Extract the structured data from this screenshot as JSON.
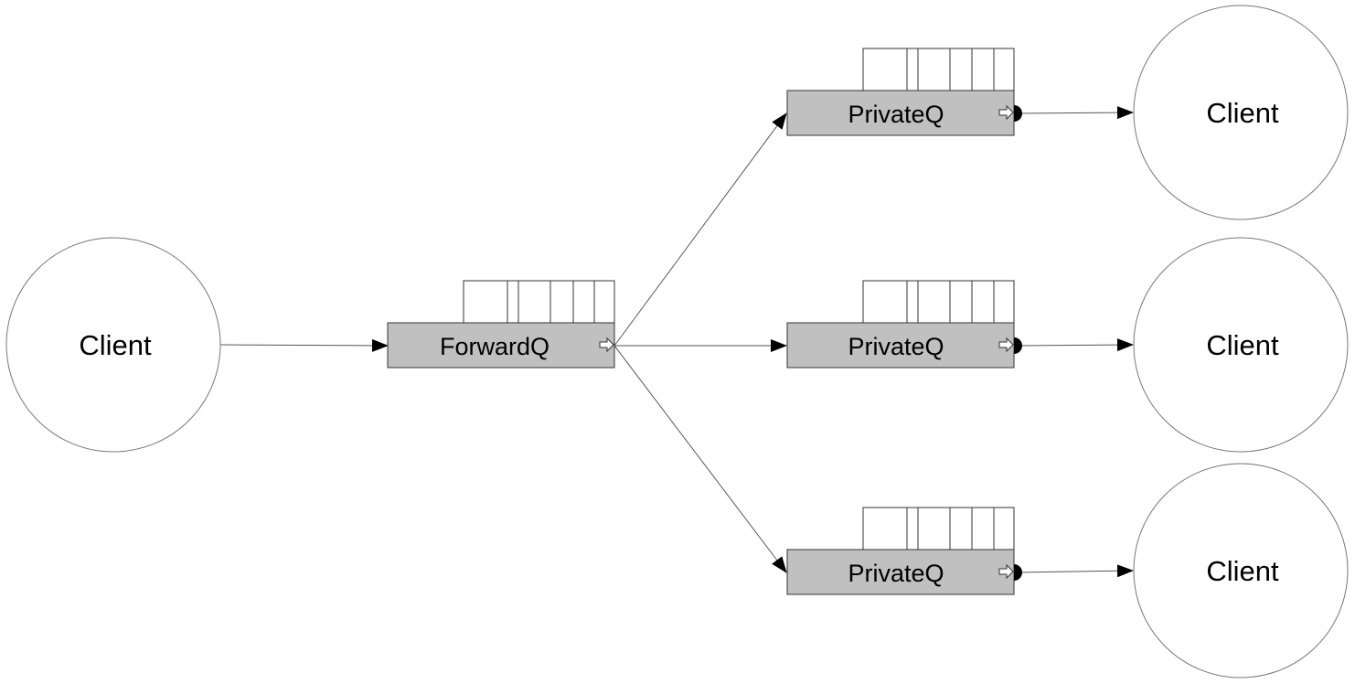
{
  "diagram": {
    "nodes": {
      "source_client": "Client",
      "forward_queue": "ForwardQ",
      "private_queue_1": "PrivateQ",
      "private_queue_2": "PrivateQ",
      "private_queue_3": "PrivateQ",
      "target_client_1": "Client",
      "target_client_2": "Client",
      "target_client_3": "Client"
    },
    "colors": {
      "queue_fill": "#c0c0c0",
      "outline": "#000000",
      "client_outline": "#777777",
      "background": "#ffffff"
    },
    "edges": [
      {
        "from": "source_client",
        "to": "forward_queue"
      },
      {
        "from": "forward_queue",
        "to": "private_queue_1"
      },
      {
        "from": "forward_queue",
        "to": "private_queue_2"
      },
      {
        "from": "forward_queue",
        "to": "private_queue_3"
      },
      {
        "from": "private_queue_1",
        "to": "target_client_1"
      },
      {
        "from": "private_queue_2",
        "to": "target_client_2"
      },
      {
        "from": "private_queue_3",
        "to": "target_client_3"
      }
    ]
  }
}
